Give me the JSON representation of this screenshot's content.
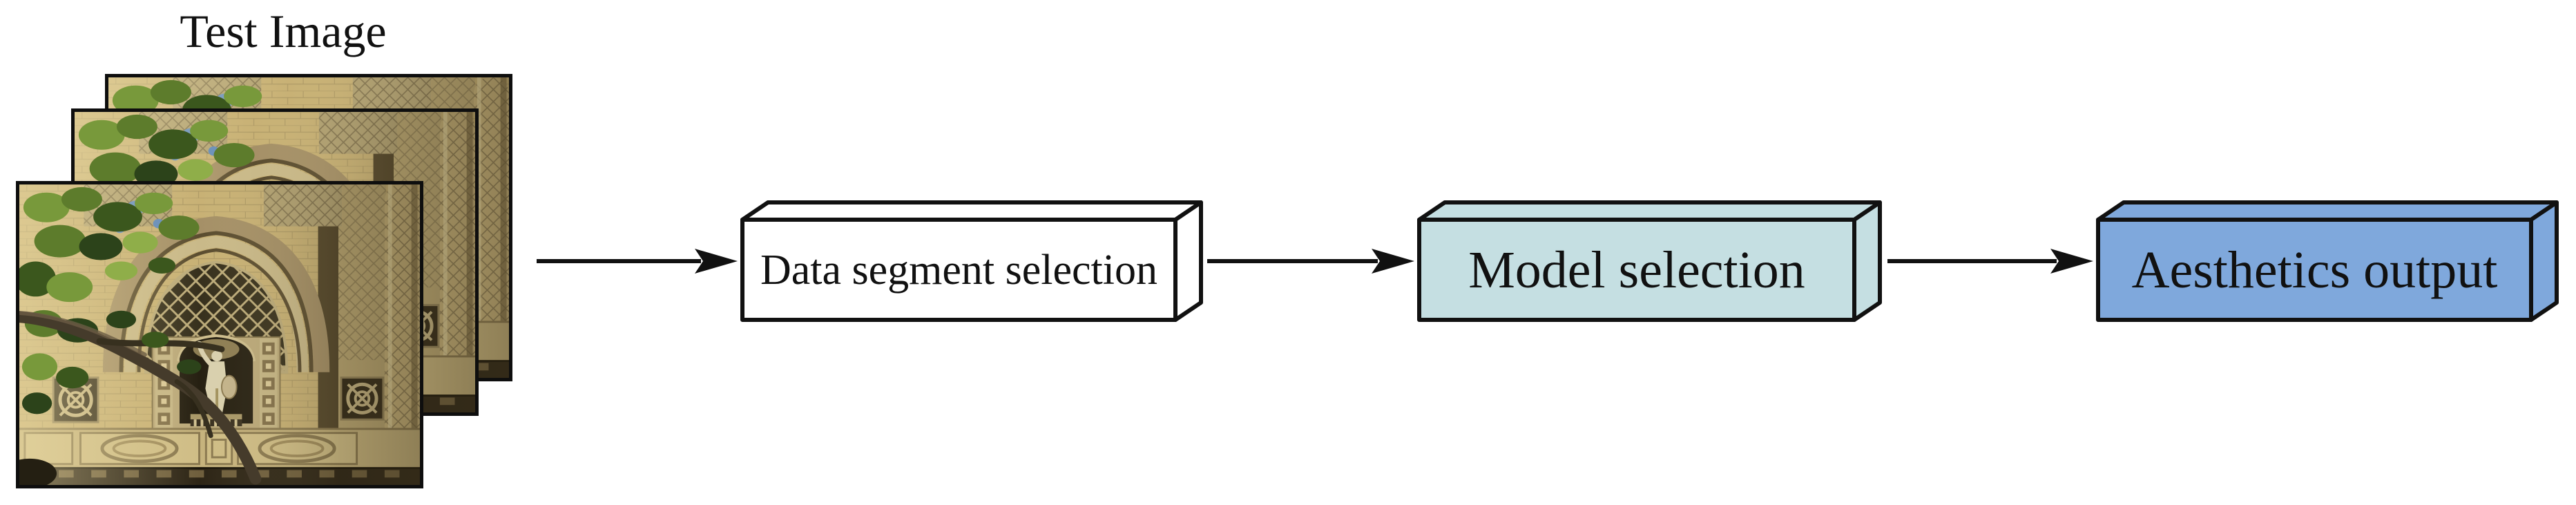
{
  "diagram": {
    "title": "Test Image",
    "nodes": [
      {
        "id": "data-segment-selection",
        "label": "Data segment selection",
        "fill": "#ffffff"
      },
      {
        "id": "model-selection",
        "label": "Model selection",
        "fill": "#c5dfe2"
      },
      {
        "id": "aesthetics-output",
        "label": "Aesthetics output",
        "fill": "#7fa8dc"
      }
    ],
    "arrows": [
      {
        "from": "test-image",
        "to": "data-segment-selection"
      },
      {
        "from": "data-segment-selection",
        "to": "model-selection"
      },
      {
        "from": "model-selection",
        "to": "aesthetics-output"
      }
    ],
    "colors": {
      "outline": "#111111",
      "canvas": "#ffffff"
    },
    "photos": {
      "count": 3,
      "alt": "cathedral facade photo with statue niche, gothic arch and tree branch"
    }
  }
}
